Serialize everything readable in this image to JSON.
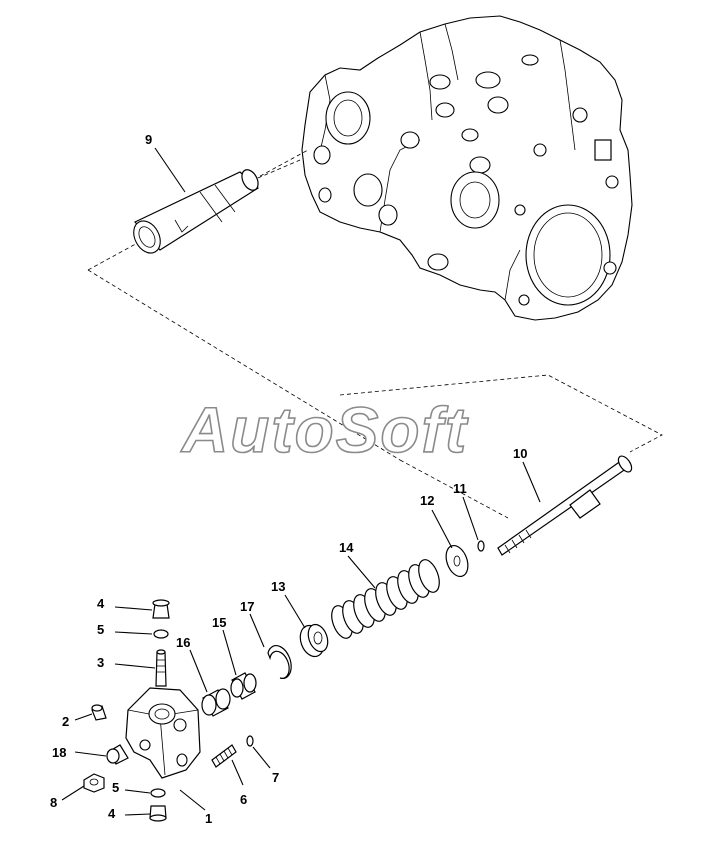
{
  "watermark": "AutoSoft",
  "callouts": [
    "9",
    "10",
    "11",
    "12",
    "14",
    "13",
    "17",
    "15",
    "16",
    "4",
    "5",
    "3",
    "2",
    "18",
    "8",
    "5",
    "4",
    "1",
    "6",
    "7"
  ]
}
